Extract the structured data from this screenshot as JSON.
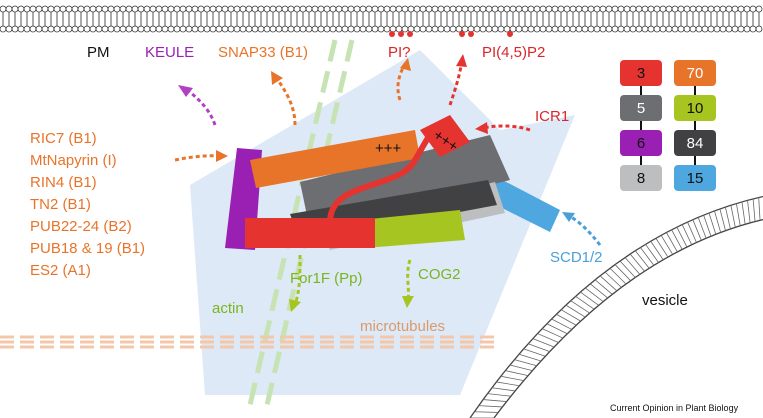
{
  "labels": {
    "pm": "PM",
    "keule": "KEULE",
    "snap33": "SNAP33 (B1)",
    "pi": "PI?",
    "pip2": "PI(4,5)P2",
    "icr1": "ICR1",
    "interactors": [
      "RIC7 (B1)",
      "MtNapyrin (I)",
      "RIN4 (B1)",
      "TN2 (B1)",
      "PUB22-24 (B2)",
      "PUB18 & 19 (B1)",
      "ES2 (A1)"
    ],
    "for1f": "For1F (Pp)",
    "cog2": "COG2",
    "actin": "actin",
    "microtubules": "microtubules",
    "scd": "SCD1/2",
    "vesicle": "vesicle",
    "charge": "+++",
    "credit": "Current Opinion in Plant Biology"
  },
  "legend": [
    {
      "value": "3",
      "color": "#e53330",
      "text_color": "#111111"
    },
    {
      "value": "70",
      "color": "#e8742a",
      "text_color": "#ffffff"
    },
    {
      "value": "5",
      "color": "#6d6e71",
      "text_color": "#ffffff"
    },
    {
      "value": "10",
      "color": "#a6c520",
      "text_color": "#111111"
    },
    {
      "value": "6",
      "color": "#9a1fb3",
      "text_color": "#111111"
    },
    {
      "value": "84",
      "color": "#414042",
      "text_color": "#ffffff"
    },
    {
      "value": "8",
      "color": "#bcbec0",
      "text_color": "#111111"
    },
    {
      "value": "15",
      "color": "#4fa7e0",
      "text_color": "#111111"
    }
  ]
}
